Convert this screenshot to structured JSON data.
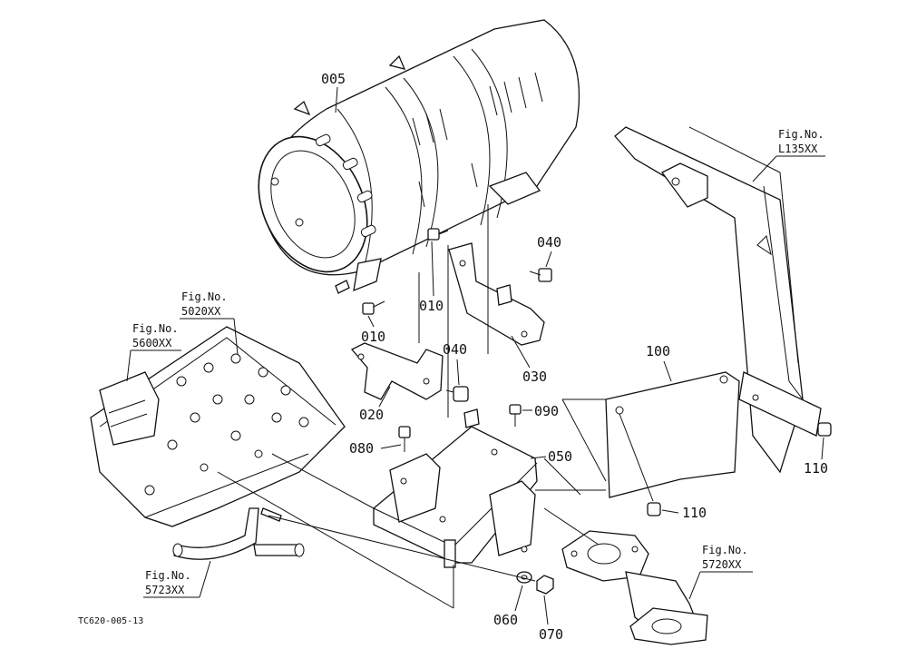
{
  "diagram": {
    "code": "TC620-005-13",
    "parts": {
      "p005": "005",
      "p010a": "010",
      "p010b": "010",
      "p020": "020",
      "p030": "030",
      "p040a": "040",
      "p040b": "040",
      "p050": "050",
      "p060": "060",
      "p070": "070",
      "p080": "080",
      "p090": "090",
      "p100": "100",
      "p110a": "110",
      "p110b": "110"
    },
    "figures": {
      "l135": {
        "title": "Fig.No.",
        "number": "L135XX"
      },
      "f5020": {
        "title": "Fig.No.",
        "number": "5020XX"
      },
      "f5600": {
        "title": "Fig.No.",
        "number": "5600XX"
      },
      "f5723": {
        "title": "Fig.No.",
        "number": "5723XX"
      },
      "f5720": {
        "title": "Fig.No.",
        "number": "5720XX"
      }
    }
  }
}
